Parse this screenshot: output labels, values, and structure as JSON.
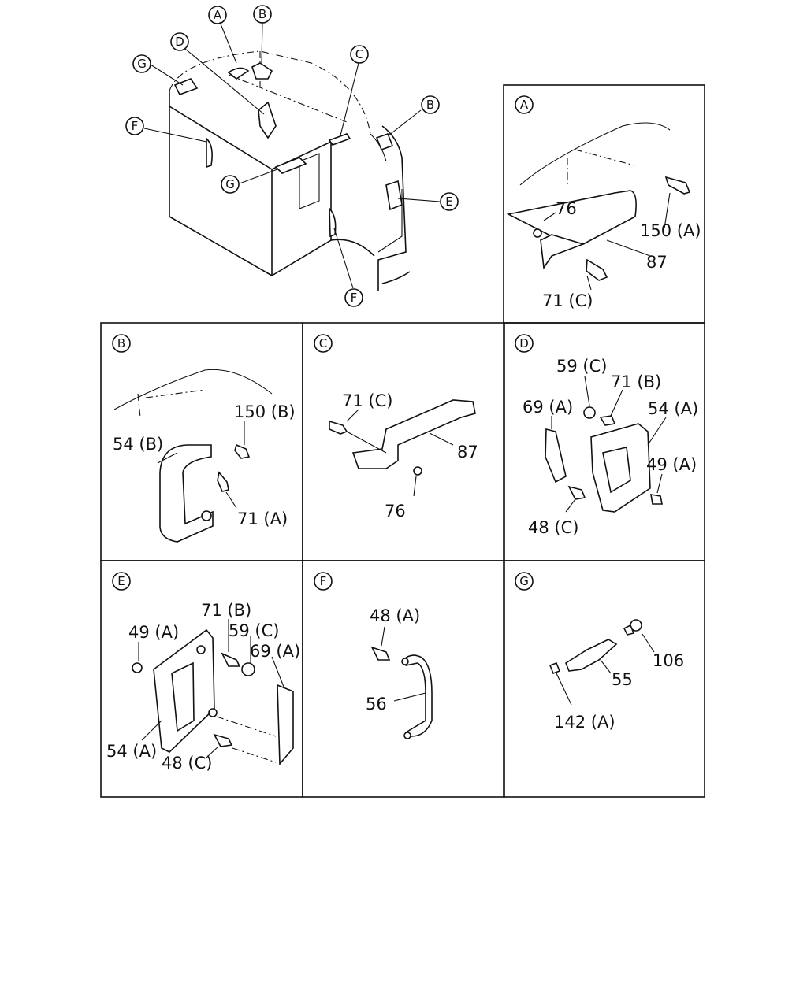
{
  "overview": {
    "callouts": [
      "A",
      "B",
      "C",
      "D",
      "E",
      "F",
      "G",
      "B",
      "G",
      "F"
    ]
  },
  "panels": {
    "A": {
      "key": "A",
      "labels": [
        "76",
        "150 (A)",
        "87",
        "71 (C)"
      ]
    },
    "B": {
      "key": "B",
      "labels": [
        "150 (B)",
        "54 (B)",
        "71 (A)"
      ]
    },
    "C": {
      "key": "C",
      "labels": [
        "71 (C)",
        "87",
        "76"
      ]
    },
    "D": {
      "key": "D",
      "labels": [
        "59 (C)",
        "71 (B)",
        "69 (A)",
        "54 (A)",
        "49 (A)",
        "48 (C)"
      ]
    },
    "E": {
      "key": "E",
      "labels": [
        "71 (B)",
        "49 (A)",
        "59 (C)",
        "69 (A)",
        "54 (A)",
        "48 (C)"
      ]
    },
    "F": {
      "key": "F",
      "labels": [
        "48 (A)",
        "56"
      ]
    },
    "G": {
      "key": "G",
      "labels": [
        "106",
        "55",
        "142 (A)"
      ]
    }
  }
}
